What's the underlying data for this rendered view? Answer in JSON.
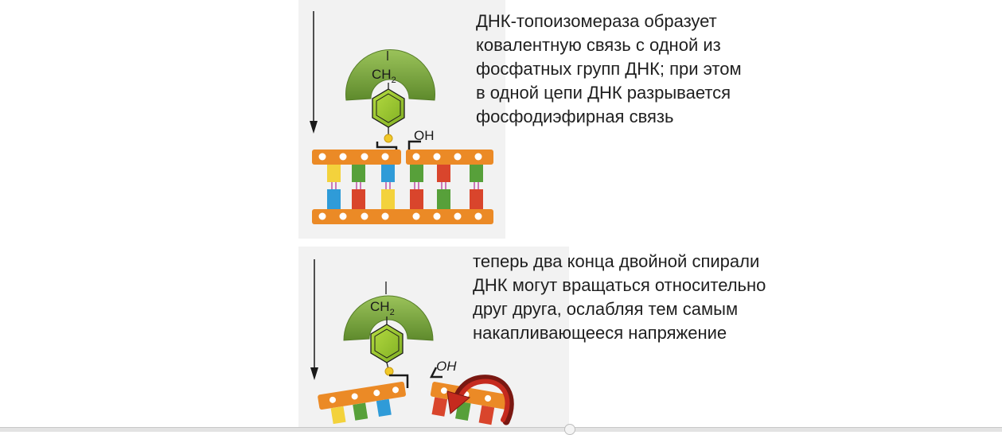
{
  "steps": [
    {
      "caption_lines": [
        "ДНК-топоизомераза образует",
        "ковалентную связь с одной из",
        "фосфатных групп ДНК; при этом",
        "в одной цепи ДНК разрывается",
        "фосфодиэфирная связь"
      ],
      "group_label_main": "CH",
      "group_label_sub": "2",
      "end_label": "OH"
    },
    {
      "caption_lines": [
        "теперь два конца двойной спирали",
        "ДНК могут вращаться относительно",
        "друг друга, ослабляя тем самым",
        "накапливающееся напряжение"
      ],
      "group_label_main": "CH",
      "group_label_sub": "2",
      "end_label": "OH"
    }
  ],
  "colors": {
    "enzyme": "#74a23a",
    "enzyme_light": "#9bc35a",
    "ring": "#9bc82e",
    "backbone": "#eb8a26",
    "phosphate": "#f0c828",
    "base_green": "#57a03a",
    "base_blue": "#2f9bd8",
    "base_red": "#d9452c",
    "base_yellow": "#f3d23c",
    "rotation_arrow": "#c52a1e"
  }
}
